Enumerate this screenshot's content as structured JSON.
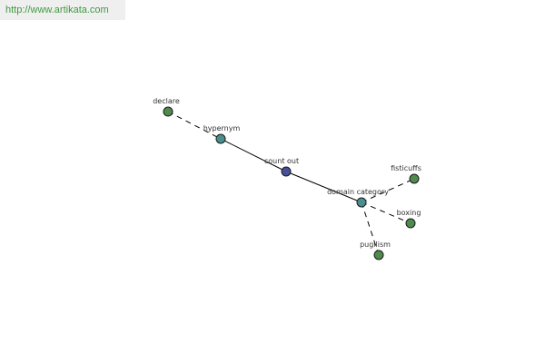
{
  "watermark": {
    "text": "http://www.artikata.com"
  },
  "colors": {
    "leaf_node": "#4f8a4f",
    "relation_node": "#4a8f8f",
    "center_node": "#4a4f99"
  },
  "graph": {
    "nodes": [
      {
        "id": "declare",
        "label": "declare",
        "kind": "leaf"
      },
      {
        "id": "hypernym",
        "label": "hypernym",
        "kind": "relation"
      },
      {
        "id": "count-out",
        "label": "count out",
        "kind": "center"
      },
      {
        "id": "domain-category",
        "label": "domain category",
        "kind": "relation"
      },
      {
        "id": "fisticuffs",
        "label": "fisticuffs",
        "kind": "leaf"
      },
      {
        "id": "boxing",
        "label": "boxing",
        "kind": "leaf"
      },
      {
        "id": "pugilism",
        "label": "pugilism",
        "kind": "leaf"
      }
    ],
    "edges": [
      {
        "from": "declare",
        "to": "hypernym",
        "style": "dashed"
      },
      {
        "from": "hypernym",
        "to": "count-out",
        "style": "solid"
      },
      {
        "from": "count-out",
        "to": "domain-category",
        "style": "solid"
      },
      {
        "from": "domain-category",
        "to": "fisticuffs",
        "style": "dashed"
      },
      {
        "from": "domain-category",
        "to": "boxing",
        "style": "dashed"
      },
      {
        "from": "domain-category",
        "to": "pugilism",
        "style": "dashed"
      }
    ]
  }
}
